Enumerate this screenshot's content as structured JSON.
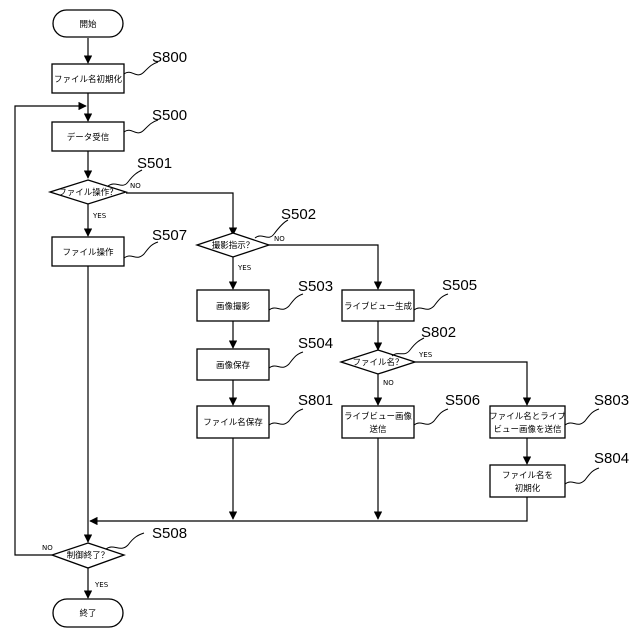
{
  "nodes": {
    "start": "開始",
    "init_filename": "ファイル名初期化",
    "receive_data": "データ受信",
    "file_op_q": "ファイル操作？",
    "file_op": "ファイル操作",
    "shoot_q": "撮影指示？",
    "capture": "画像撮影",
    "save_image": "画像保存",
    "save_filename": "ファイル名保存",
    "liveview_gen": "ライブビュー生成",
    "filename_q": "ファイル名？",
    "send_liveview": [
      "ライブビュー画像",
      "送信"
    ],
    "send_filename_liveview": [
      "ファイル名とライブ",
      "ビュー画像を送信"
    ],
    "reinit_filename": [
      "ファイル名を",
      "初期化"
    ],
    "end_q": "制御終了？",
    "end": "終了"
  },
  "steps": {
    "s800": "S800",
    "s500": "S500",
    "s501": "S501",
    "s507": "S507",
    "s502": "S502",
    "s503": "S503",
    "s504": "S504",
    "s801": "S801",
    "s505": "S505",
    "s802": "S802",
    "s506": "S506",
    "s803": "S803",
    "s804": "S804",
    "s508": "S508"
  },
  "branches": {
    "yes": "YES",
    "no": "NO"
  }
}
